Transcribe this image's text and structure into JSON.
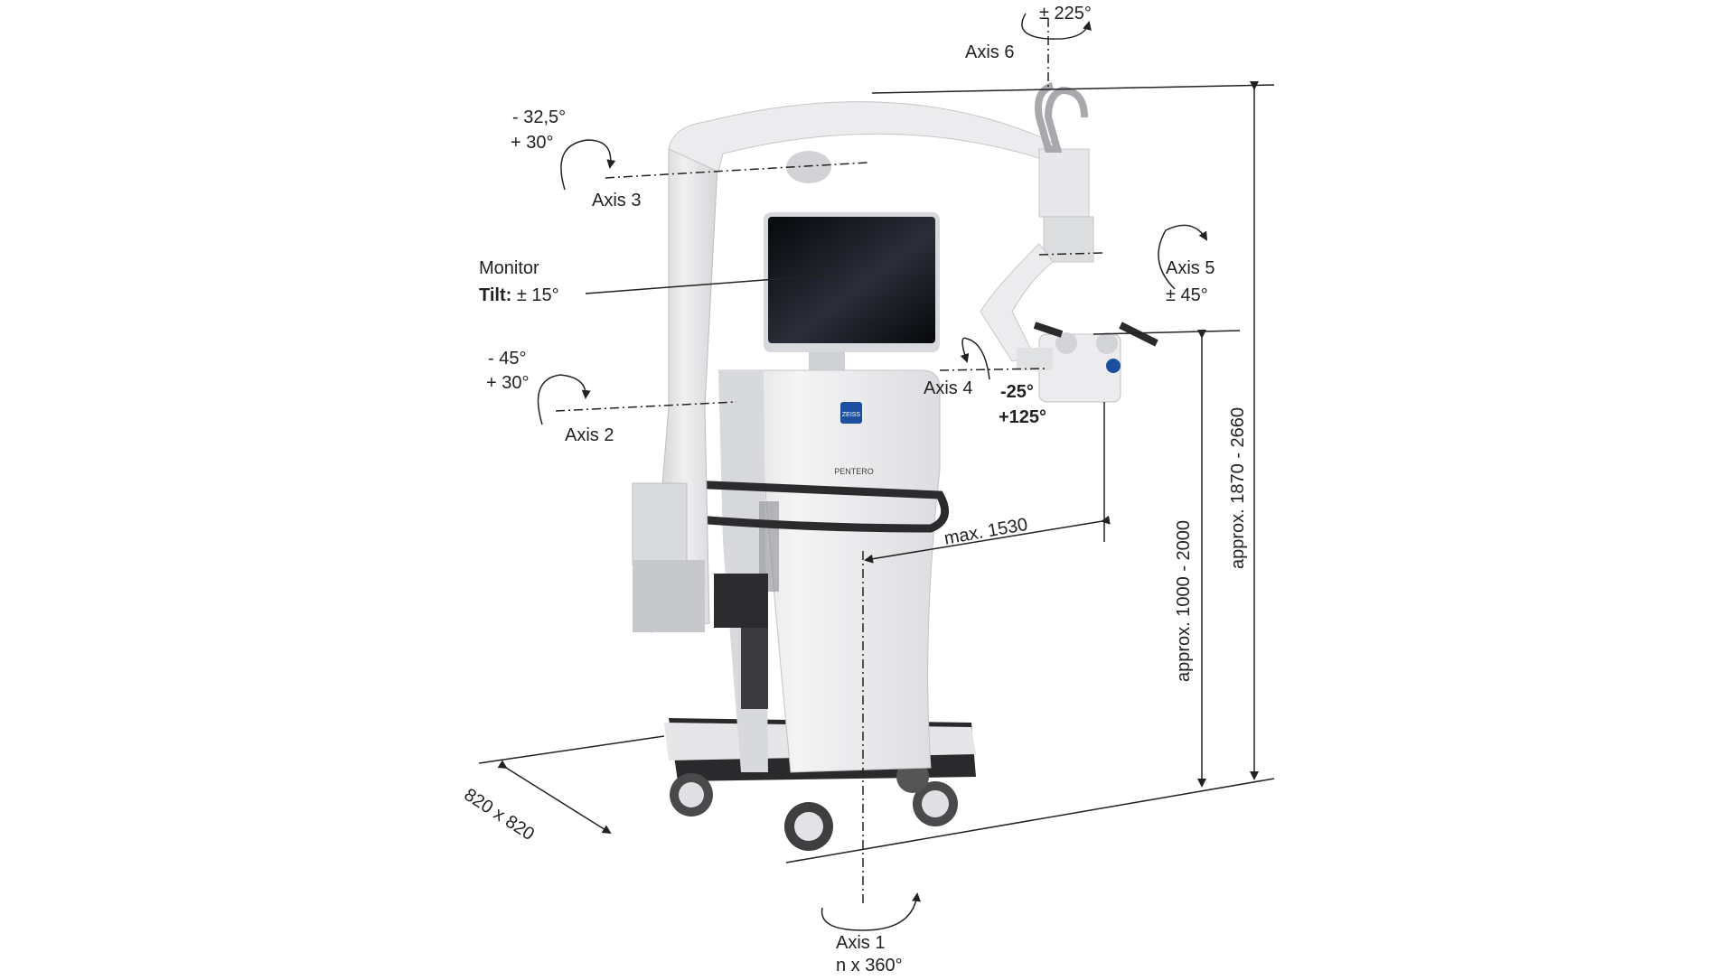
{
  "axes": {
    "axis1": {
      "label": "Axis 1",
      "range": "n x 360°"
    },
    "axis2": {
      "label": "Axis 2",
      "range_minus": "-  45°",
      "range_plus": "+ 30°"
    },
    "axis3": {
      "label": "Axis 3",
      "range_minus": "-  32,5°",
      "range_plus": "+ 30°"
    },
    "axis4": {
      "label": "Axis 4",
      "range_minus": "-25°",
      "range_plus": "+125°"
    },
    "axis5": {
      "label": "Axis 5",
      "range": "± 45°"
    },
    "axis6": {
      "label": "Axis 6",
      "range": "± 225°"
    }
  },
  "monitor": {
    "label": "Monitor",
    "tilt_prefix": "Tilt:",
    "tilt_value": " ± 15°"
  },
  "dimensions": {
    "reach": "max. 1530",
    "footprint": "820 x 820",
    "optics_height": "approx. 1000 - 2000",
    "total_height": "approx. 1870 - 2660"
  },
  "brand": {
    "model": "PENTERO",
    "logo_text": "ZEISS"
  },
  "colors": {
    "line": "#222222",
    "body": "#eeeeef",
    "body_shade": "#cfd0d3",
    "screen": "#0d0f14",
    "accent": "#1d4fa0"
  }
}
